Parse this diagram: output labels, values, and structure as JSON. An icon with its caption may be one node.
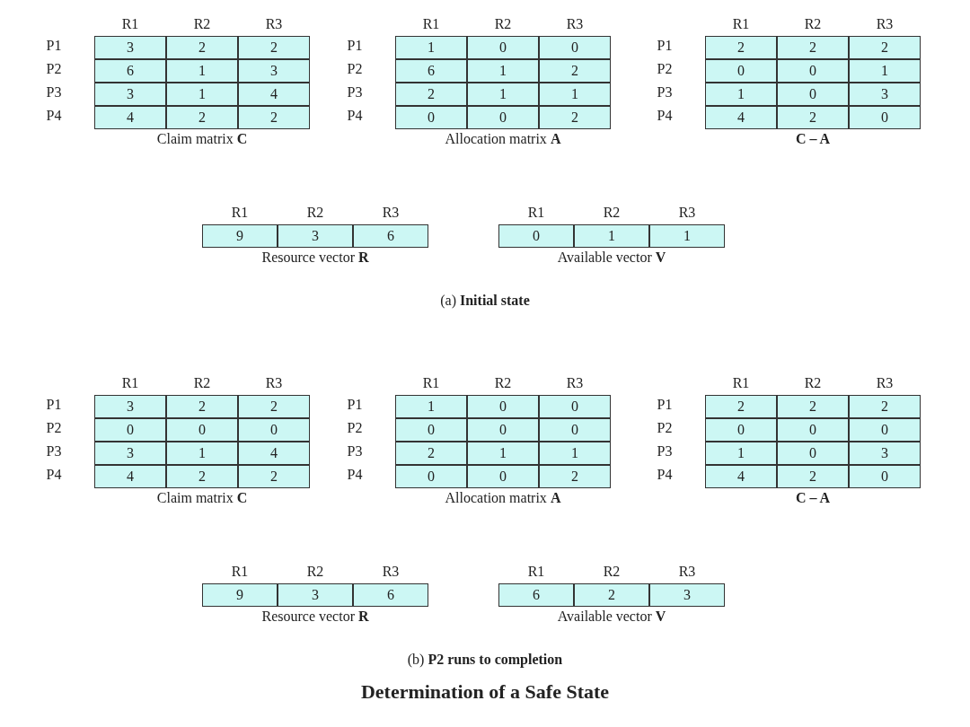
{
  "diagram": {
    "caption": "Determination of a Safe State",
    "labels": [
      "R1",
      "R2",
      "R3",
      "P1",
      "3",
      "2",
      "2",
      "P2",
      "6",
      "1",
      "3",
      "P3",
      "3",
      "1",
      "4",
      "P4",
      "4",
      "2",
      "2",
      "Claim matrix **C**",
      "R1",
      "R2",
      "R3",
      "P1",
      "1",
      "0",
      "0",
      "P2",
      "6",
      "1",
      "2",
      "P3",
      "2",
      "1",
      "1",
      "P4",
      "0",
      "0",
      "2",
      "Allocation matrix **A**",
      "R1",
      "R2",
      "R3",
      "P1",
      "2",
      "2",
      "2",
      "P2",
      "0",
      "0",
      "1",
      "P3",
      "1",
      "0",
      "3",
      "P4",
      "4",
      "2",
      "0",
      "C – A",
      "R1",
      "R2",
      "R3",
      "9",
      "3",
      "6",
      "Resource vector **R**",
      "R1",
      "R2",
      "R3",
      "0",
      "1",
      "1",
      "Available vector **V**",
      "(a) **Initial state**",
      "R1",
      "R2",
      "R3",
      "P1",
      "3",
      "2",
      "2",
      "P2",
      "0",
      "0",
      "0",
      "P3",
      "3",
      "1",
      "4",
      "P4",
      "4",
      "2",
      "2",
      "Claim matrix **C**",
      "R1",
      "R2",
      "R3",
      "P1",
      "1",
      "0",
      "0",
      "P2",
      "0",
      "0",
      "0",
      "P3",
      "2",
      "1",
      "1",
      "P4",
      "0",
      "0",
      "2",
      "Allocation matrix **A**",
      "R1",
      "R2",
      "R3",
      "P1",
      "2",
      "2",
      "2",
      "P2",
      "0",
      "0",
      "0",
      "P3",
      "1",
      "0",
      "3",
      "P4",
      "4",
      "2",
      "0",
      "C – A",
      "R1",
      "R2",
      "R3",
      "9",
      "3",
      "6",
      "Resource vector **R**",
      "R1",
      "R2",
      "R3",
      "6",
      "2",
      "3",
      "Available vector **V**",
      "(b) **P2 runs to completion**"
    ]
  }
}
